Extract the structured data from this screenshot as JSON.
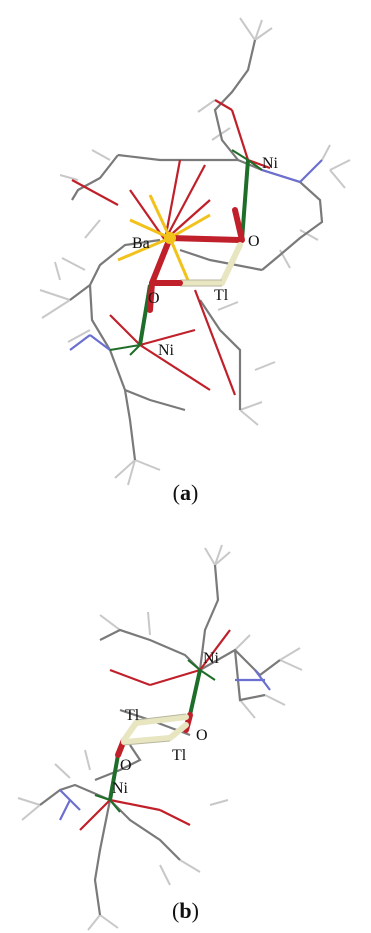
{
  "panel_a": {
    "atoms": {
      "ni_top": "Ni",
      "ni_bottom": "Ni",
      "ba": "Ba",
      "o_right": "O",
      "o_left": "O",
      "tl": "Tl"
    },
    "caption_open": "(",
    "caption_letter": "a",
    "caption_close": ")"
  },
  "panel_b": {
    "atoms": {
      "ni_top": "Ni",
      "ni_bottom": "Ni",
      "tl_top": "Tl",
      "tl_bottom": "Tl",
      "o_right": "O",
      "o_left": "O"
    },
    "caption_open": "(",
    "caption_letter": "b",
    "caption_close": ")"
  },
  "colors": {
    "carbon": "#7a7a7a",
    "oxygen": "#c0202a",
    "nickel": "#1e6e2a",
    "barium": "#f2c21a",
    "thallium": "#e8e6c0",
    "nitrogen": "#6b6fd0",
    "hydrogen": "#c8c8c8"
  }
}
